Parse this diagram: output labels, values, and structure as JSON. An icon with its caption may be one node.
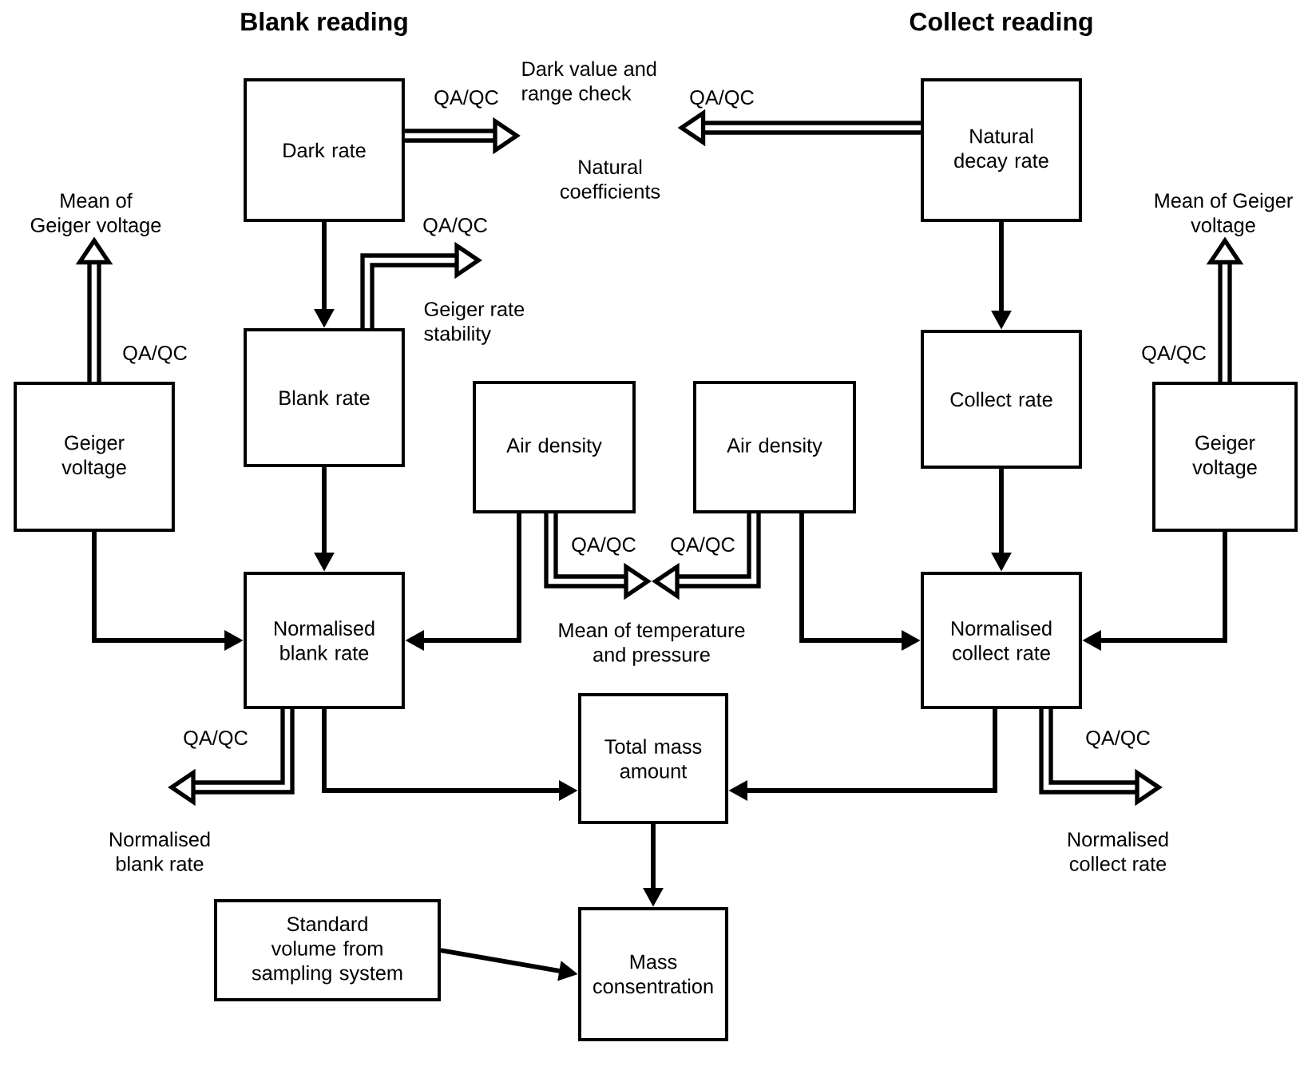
{
  "diagram": {
    "nodes": [
      {
        "text": [
          "Dark rate"
        ]
      },
      {
        "text": [
          "Dark value and range check"
        ]
      },
      {
        "text": [
          "Natural decay rate"
        ]
      },
      {
        "text": [
          "Natural coefficients"
        ]
      },
      {
        "text": [
          "Mean of Geiger voltage"
        ]
      },
      {
        "text": [
          "Geiger rate stability"
        ]
      },
      {
        "text": [
          "Mean of Geiger voltage"
        ]
      },
      {
        "text": [
          "Blank rate"
        ]
      },
      {
        "text": [
          "Collect rate"
        ]
      },
      {
        "text": [
          "Geiger voltage"
        ]
      },
      {
        "text": [
          "Air density"
        ]
      },
      {
        "text": [
          "Air density"
        ]
      },
      {
        "text": [
          "Geiger voltage"
        ]
      },
      {
        "text": [
          "Normalised blank rate"
        ]
      },
      {
        "text": [
          "Mean of temperature and pressure"
        ]
      },
      {
        "text": [
          "Normalised collect rate"
        ]
      },
      {
        "text": [
          "Total mass amount"
        ]
      },
      {
        "text": [
          "Normalised blank rate"
        ]
      },
      {
        "text": [
          "Normalised collect rate"
        ]
      },
      {
        "text": [
          "Standard volume from sampling system"
        ]
      },
      {
        "text": [
          "Mass consentration"
        ]
      }
    ],
    "edges": [
      {
        "from": 0,
        "to": 7,
        "arrow": "to"
      },
      {
        "from": 7,
        "to": 13,
        "arrow": "to"
      },
      {
        "from": 9,
        "to": 13,
        "arrow": "to"
      },
      {
        "from": 10,
        "to": 13,
        "arrow": "to"
      },
      {
        "from": 2,
        "to": 8,
        "arrow": "to"
      },
      {
        "from": 8,
        "to": 15,
        "arrow": "to"
      },
      {
        "from": 11,
        "to": 15,
        "arrow": "to"
      },
      {
        "from": 12,
        "to": 15,
        "arrow": "to"
      },
      {
        "from": 13,
        "to": 16,
        "arrow": "to"
      },
      {
        "from": 15,
        "to": 16,
        "arrow": "to"
      },
      {
        "from": 16,
        "to": 20,
        "arrow": "to"
      },
      {
        "from": 19,
        "to": 20,
        "arrow": "to"
      },
      {
        "from": 0,
        "to": 1,
        "arrow": "to",
        "label": "QA/QC",
        "style": "thick"
      },
      {
        "from": 7,
        "to": 5,
        "arrow": "to",
        "label": "QA/QC",
        "style": "thick"
      },
      {
        "from": 9,
        "to": 4,
        "arrow": "to",
        "label": "QA/QC",
        "style": "thick"
      },
      {
        "from": 2,
        "to": 3,
        "arrow": "to",
        "label": "QA/QC",
        "style": "thick"
      },
      {
        "from": 12,
        "to": 6,
        "arrow": "to",
        "label": "QA/QC",
        "style": "thick"
      },
      {
        "from": 10,
        "to": 14,
        "arrow": "to",
        "label": "QA/QC",
        "style": "thick"
      },
      {
        "from": 11,
        "to": 14,
        "arrow": "to",
        "label": "QA/QC",
        "style": "thick"
      },
      {
        "from": 13,
        "to": 17,
        "arrow": "to",
        "label": "QA/QC",
        "style": "thick"
      },
      {
        "from": 15,
        "to": 18,
        "arrow": "to",
        "label": "QA/QC",
        "style": "thick"
      }
    ],
    "labels": [
      "Blank reading",
      "Collect reading"
    ]
  }
}
